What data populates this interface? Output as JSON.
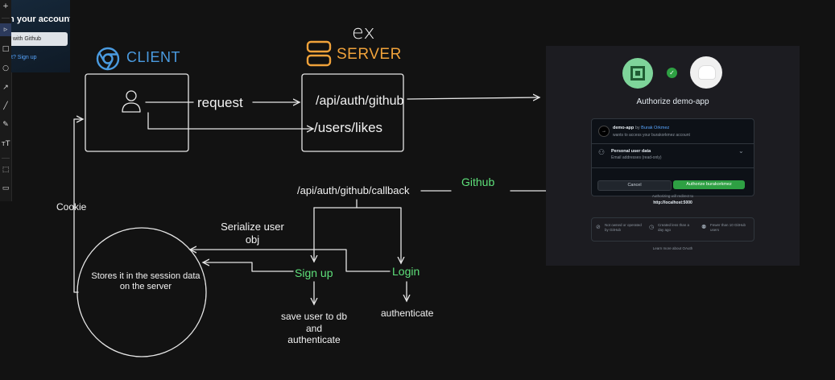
{
  "toolbar": {
    "tools": [
      {
        "icon": "plus-icon",
        "glyph": "+"
      },
      {
        "icon": "pointer-icon",
        "glyph": "▹"
      },
      {
        "icon": "rectangle-icon",
        "glyph": "□"
      },
      {
        "icon": "circle-icon",
        "glyph": "○"
      },
      {
        "icon": "arrow-icon",
        "glyph": "↗"
      },
      {
        "icon": "line-icon",
        "glyph": "╱"
      },
      {
        "icon": "pencil-icon",
        "glyph": "✎"
      },
      {
        "icon": "text-icon",
        "glyph": "ᴛT"
      },
      {
        "icon": "frame-icon",
        "glyph": "⬚"
      },
      {
        "icon": "comment-icon",
        "glyph": "▭"
      }
    ]
  },
  "thumbnail": {
    "title": "in your account",
    "button": "with Github",
    "link": "t? Sign up"
  },
  "client": {
    "label": "CLIENT"
  },
  "server": {
    "logo": "ex",
    "label": "SERVER"
  },
  "routes": {
    "github": "/api/auth/github",
    "likes": "/users/likes",
    "callback": "/api/auth/github/callback"
  },
  "labels": {
    "request": "request",
    "github": "Github",
    "cookie": "Cookie",
    "serialize": "Serialize user\nobj",
    "signup": "Sign up",
    "login": "Login",
    "save": "save user to db\nand\nauthenticate",
    "authenticate": "authenticate",
    "session": "Stores it in the session data\non the server"
  },
  "oauth": {
    "title": "Authorize demo-app",
    "app_name": "demo-app",
    "by_prefix": "by",
    "author": "Burak Orkmez",
    "wants": "wants to access your burakorkmez account",
    "perm_title": "Personal user data",
    "perm_sub": "Email addresses (read-only)",
    "cancel": "Cancel",
    "authorize": "Authorize burakorkmez",
    "redirect_note": "Authorizing will redirect to",
    "redirect_url": "http://localhost:5000",
    "info": [
      "Not owned or operated by GitHub",
      "Created less than a day ago",
      "Fewer than 10 GitHub users"
    ],
    "learn_more": "Learn more about OAuth"
  },
  "colors": {
    "accent_green": "#5ee07a",
    "client_blue": "#4a9be0",
    "server_orange": "#f0a23a",
    "github_button": "#2ea043"
  }
}
